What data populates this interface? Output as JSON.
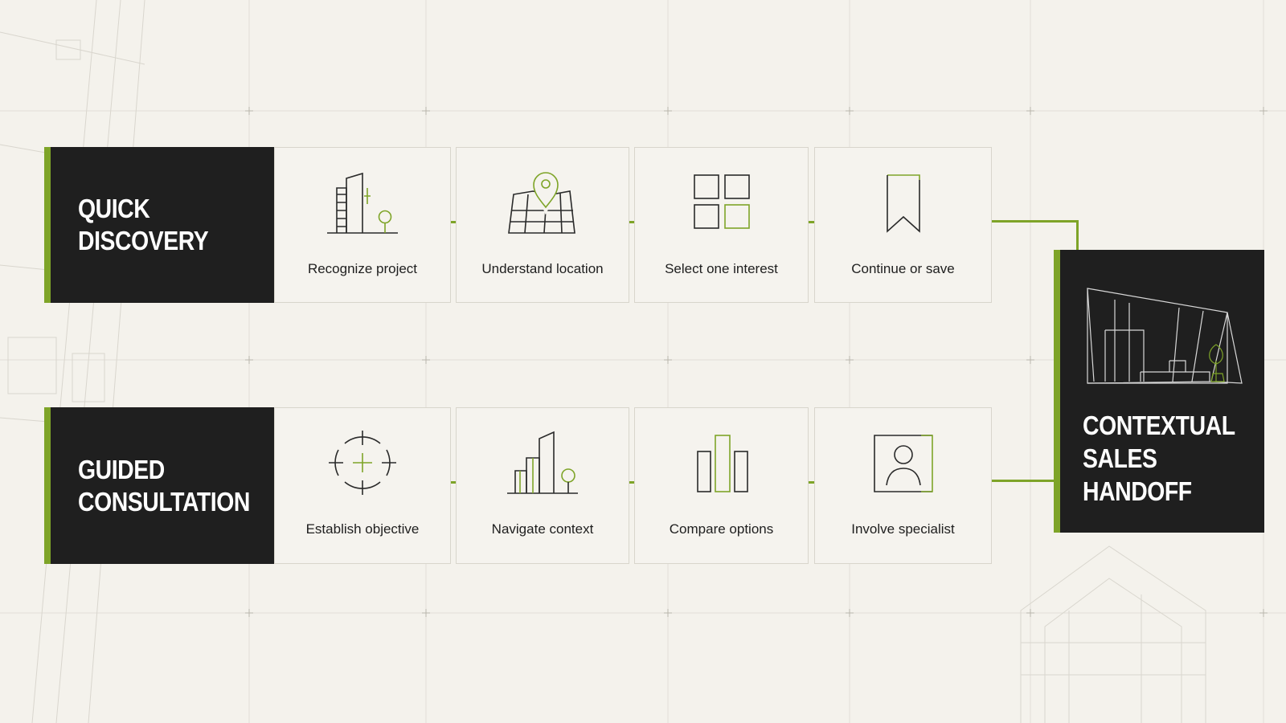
{
  "colors": {
    "accent": "#7ea428",
    "dark": "#1f1f1f",
    "background": "#f4f2ec",
    "card_border": "#d8d5cc"
  },
  "rows": [
    {
      "title": "QUICK\nDISCOVERY",
      "steps": [
        {
          "label": "Recognize project",
          "icon": "buildings-icon"
        },
        {
          "label": "Understand location",
          "icon": "map-pin-icon"
        },
        {
          "label": "Select one interest",
          "icon": "grid-icon"
        },
        {
          "label": "Continue or save",
          "icon": "bookmark-icon"
        }
      ]
    },
    {
      "title": "GUIDED\nCONSULTATION",
      "steps": [
        {
          "label": "Establish objective",
          "icon": "target-icon"
        },
        {
          "label": "Navigate context",
          "icon": "city-icon"
        },
        {
          "label": "Compare options",
          "icon": "bar-chart-icon"
        },
        {
          "label": "Involve specialist",
          "icon": "person-icon"
        }
      ]
    }
  ],
  "handoff": {
    "title": "CONTEXTUAL\nSALES\nHANDOFF",
    "icon": "interior-sketch-icon"
  }
}
